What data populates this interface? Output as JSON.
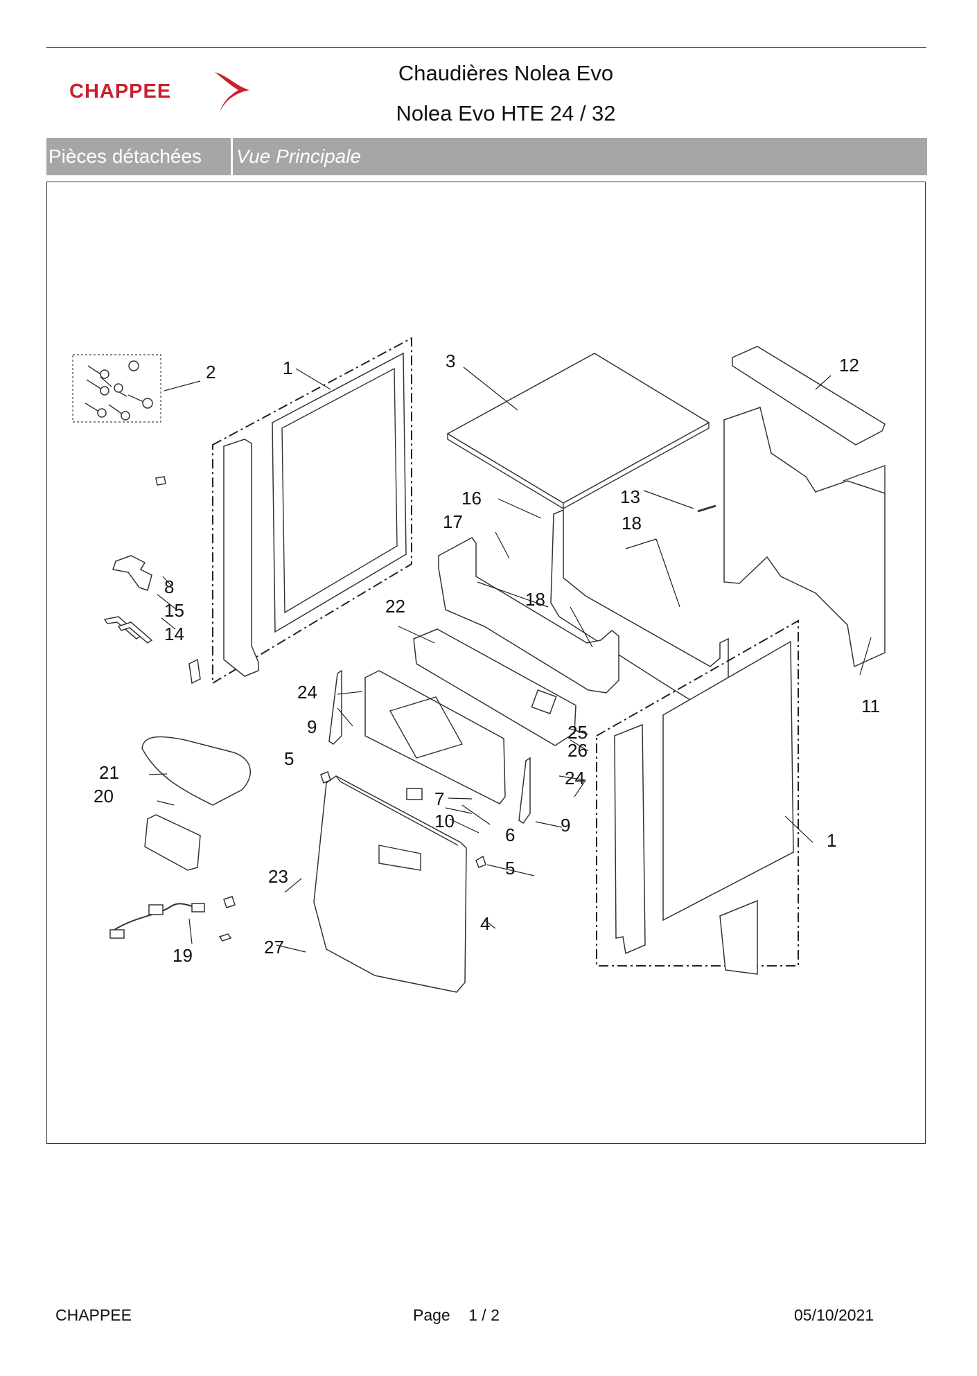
{
  "header": {
    "brand": "CHAPPEE",
    "title": "Chaudières Nolea Evo",
    "subtitle": "Nolea Evo HTE 24 / 32"
  },
  "band": {
    "section": "Pièces détachées",
    "view": "Vue Principale"
  },
  "colors": {
    "brand_red": "#c8202f",
    "band_grey": "#a6a6a6"
  },
  "callouts": {
    "c1a": "1",
    "c1b": "1",
    "c2": "2",
    "c3": "3",
    "c4": "4",
    "c5a": "5",
    "c5b": "5",
    "c6": "6",
    "c7": "7",
    "c8": "8",
    "c9a": "9",
    "c9b": "9",
    "c10": "10",
    "c11": "11",
    "c12": "12",
    "c13": "13",
    "c14": "14",
    "c15": "15",
    "c16": "16",
    "c17": "17",
    "c18a": "18",
    "c18b": "18",
    "c19": "19",
    "c20": "20",
    "c21": "21",
    "c22": "22",
    "c23": "23",
    "c24a": "24",
    "c24b": "24",
    "c25": "25",
    "c26": "26",
    "c27": "27"
  },
  "footer": {
    "company": "CHAPPEE",
    "page_label": "Page",
    "page_value": "1  /  2",
    "date": "05/10/2021"
  }
}
